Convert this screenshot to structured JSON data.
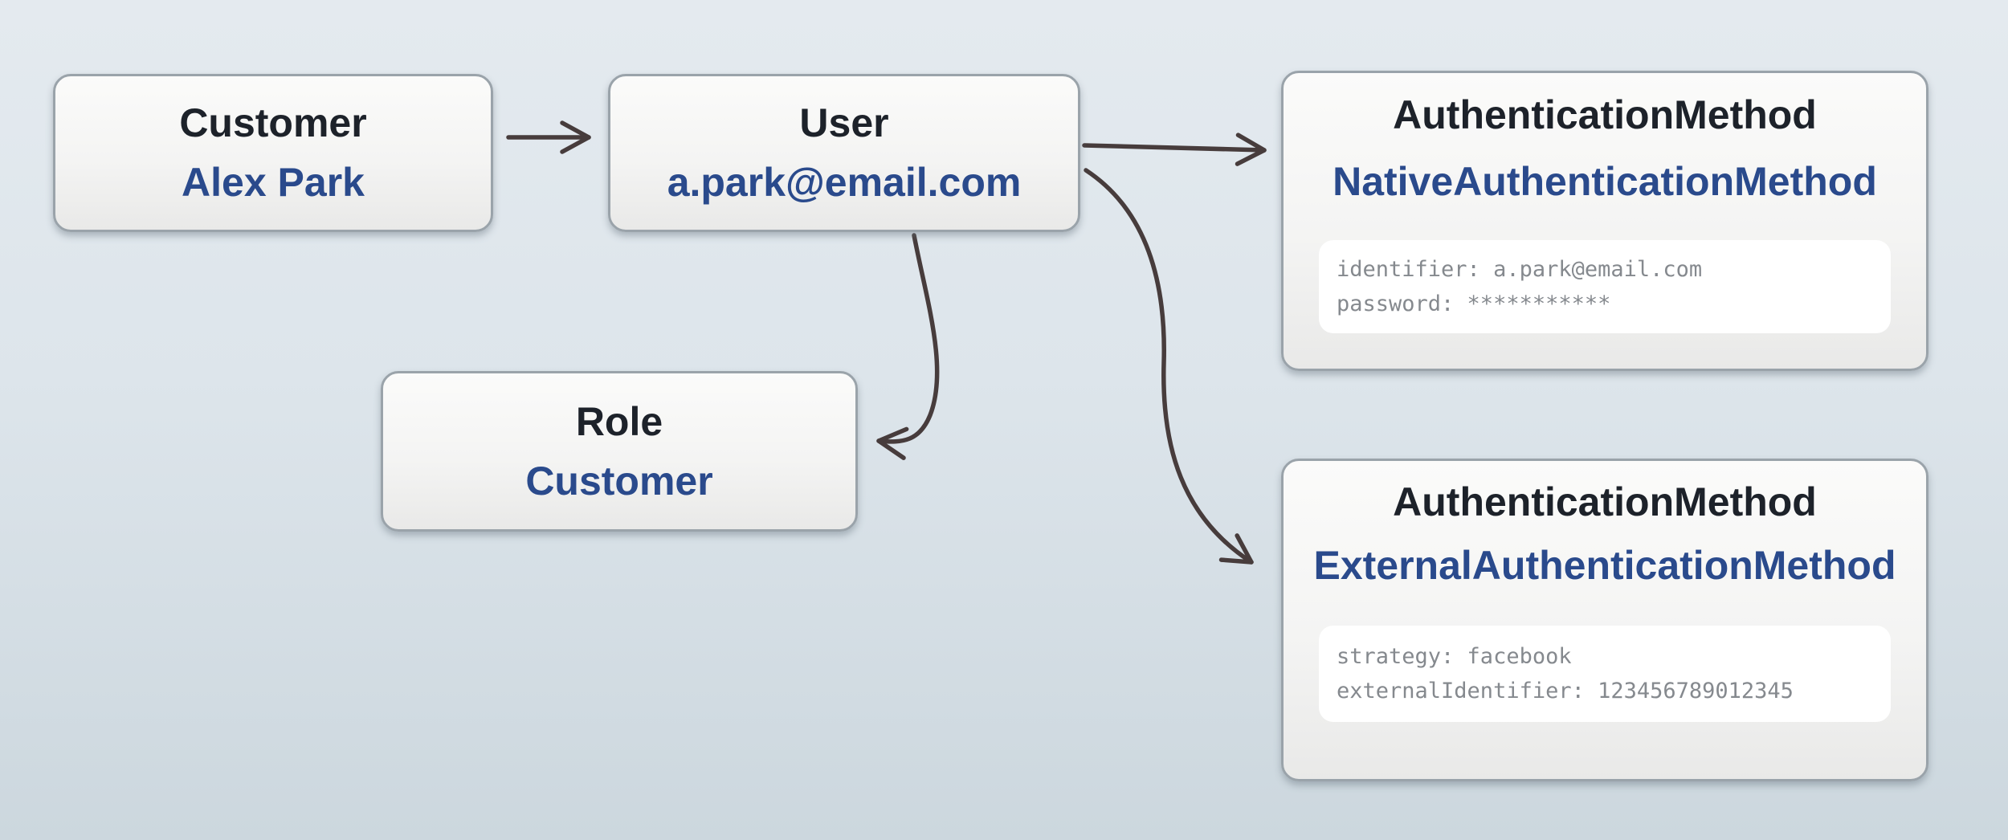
{
  "colors": {
    "background_top": "#e4eaef",
    "background_bottom": "#ccd7de",
    "box_border": "#9aa3aa",
    "box_fill": "#f4f4f3",
    "title_text": "#1d222a",
    "value_text": "#2a4a8c",
    "detail_text": "#85898e",
    "detail_panel": "#ffffff",
    "arrow": "#473c3c"
  },
  "nodes": {
    "customer": {
      "title": "Customer",
      "value": "Alex Park"
    },
    "user": {
      "title": "User",
      "value": "a.park@email.com"
    },
    "native_auth": {
      "title": "AuthenticationMethod",
      "value": "NativeAuthenticationMethod",
      "details": [
        "identifier: a.park@email.com",
        "password: ***********"
      ]
    },
    "role": {
      "title": "Role",
      "value": "Customer"
    },
    "external_auth": {
      "title": "AuthenticationMethod",
      "value": "ExternalAuthenticationMethod",
      "details": [
        "strategy: facebook",
        "externalIdentifier: 123456789012345"
      ]
    }
  },
  "arrows": [
    {
      "name": "customer-to-user"
    },
    {
      "name": "user-to-native-authentication-method"
    },
    {
      "name": "user-to-role"
    },
    {
      "name": "user-to-external-authentication-method"
    }
  ]
}
